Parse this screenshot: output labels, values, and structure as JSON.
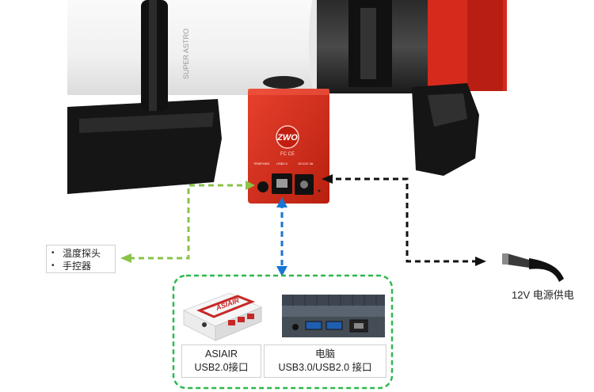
{
  "camera": {
    "brand_logo": "ZWO",
    "port_labels": [
      "TEMP/HB3",
      "USB2.0",
      "DC12V 3A"
    ]
  },
  "accessory_box": {
    "items": [
      "温度探头",
      "手控器"
    ]
  },
  "power": {
    "label": "12V 电源供电"
  },
  "devices": {
    "asiair": {
      "name": "ASIAIR",
      "port": "USB2.0接口",
      "logo": "ASIAIR"
    },
    "pc": {
      "name": "电脑",
      "port": "USB3.0/USB2.0 接口"
    }
  },
  "colors": {
    "camera_red": "#d52a1c",
    "arrow_green": "#8bc34a",
    "arrow_blue": "#1976d2",
    "arrow_black": "#111111",
    "frame_green": "#2fb84d"
  }
}
